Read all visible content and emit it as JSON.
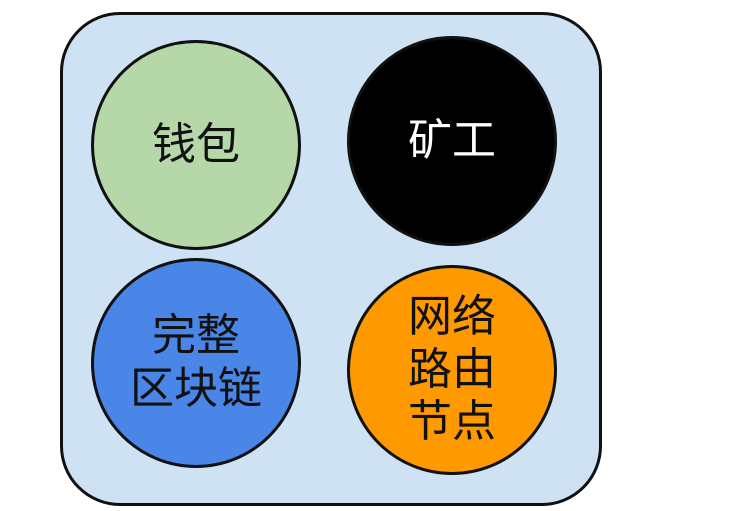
{
  "colors": {
    "container": "#cfe2f3",
    "wallet": "#b6d7a8",
    "miner": "#000000",
    "blockchain": "#4a86e8",
    "routing": "#ff9900"
  },
  "nodes": [
    {
      "label": "钱包",
      "color": "#b6d7a8",
      "text_color": "#111111"
    },
    {
      "label": "矿工",
      "color": "#000000",
      "text_color": "#ffffff"
    },
    {
      "label": "完整\n区块链",
      "color": "#4a86e8",
      "text_color": "#111111"
    },
    {
      "label": "网络\n路由\n节点",
      "color": "#ff9900",
      "text_color": "#111111"
    }
  ]
}
